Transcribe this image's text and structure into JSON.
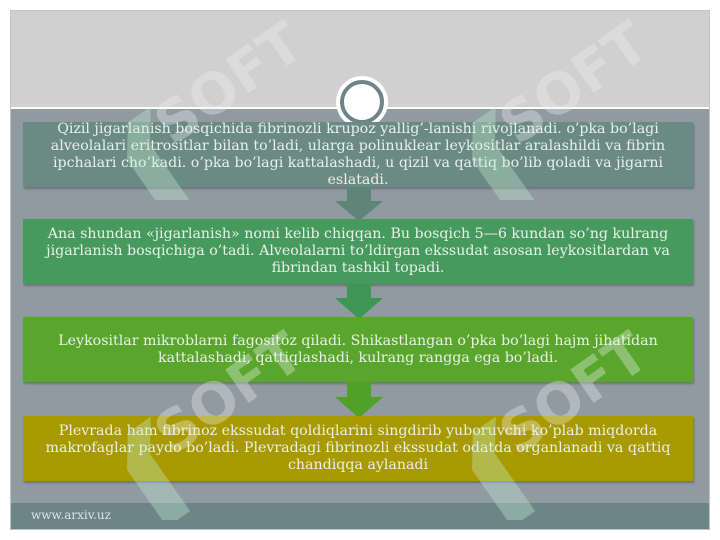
{
  "steps": [
    {
      "text": "Qizil jigarlanish bosqichida fibrinozli krupoz yallig’-lanishi rivojlanadi. o’pka bo’lagi alveolalari eritrositlar bilan to’ladi, ularga polinuklear leykositlar aralashildi va fibrin ipchalari cho’kadi. o’pka bo’lagi kattalashadi, u qizil va qattiq bo’lib qoladi va jigarni eslatadi."
    },
    {
      "text": "Ana shundan «jigarlanish» nomi kelib chiqqan. Bu bosqich 5—6 kundan so’ng kulrang jigarlanish bosqichiga o’tadi. Alveolalarni to’ldirgan ekssudat asosan leykositlardan va fibrindan tashkil topadi."
    },
    {
      "text": "Leykositlar mikroblarni fagositoz qiladi. Shikastlangan o’pka bo’lagi hajm jihatidan kattalashadi, qattiqlashadi, kulrang rangga ega bo’ladi."
    },
    {
      "text": "Plevrada ham fibrinoz ekssudat qoldiqlarini singdirib yuboruvchi ko’plab miqdorda makrofaglar paydo bo’ladi. Plevradagi fibrinozli ekssudat odatda organlanadi va qattiq chandiqqa aylanadi"
    }
  ],
  "footer": {
    "site": "www.arxiv.uz"
  },
  "watermark": {
    "text": "SOFT"
  },
  "colors": {
    "step1": "#6b8a83",
    "step2": "#479a5e",
    "step3": "#5aa62d",
    "step4": "#a89a00",
    "background": "#8f9ba0",
    "header": "#d0d0d0",
    "footer": "#6c8687"
  }
}
